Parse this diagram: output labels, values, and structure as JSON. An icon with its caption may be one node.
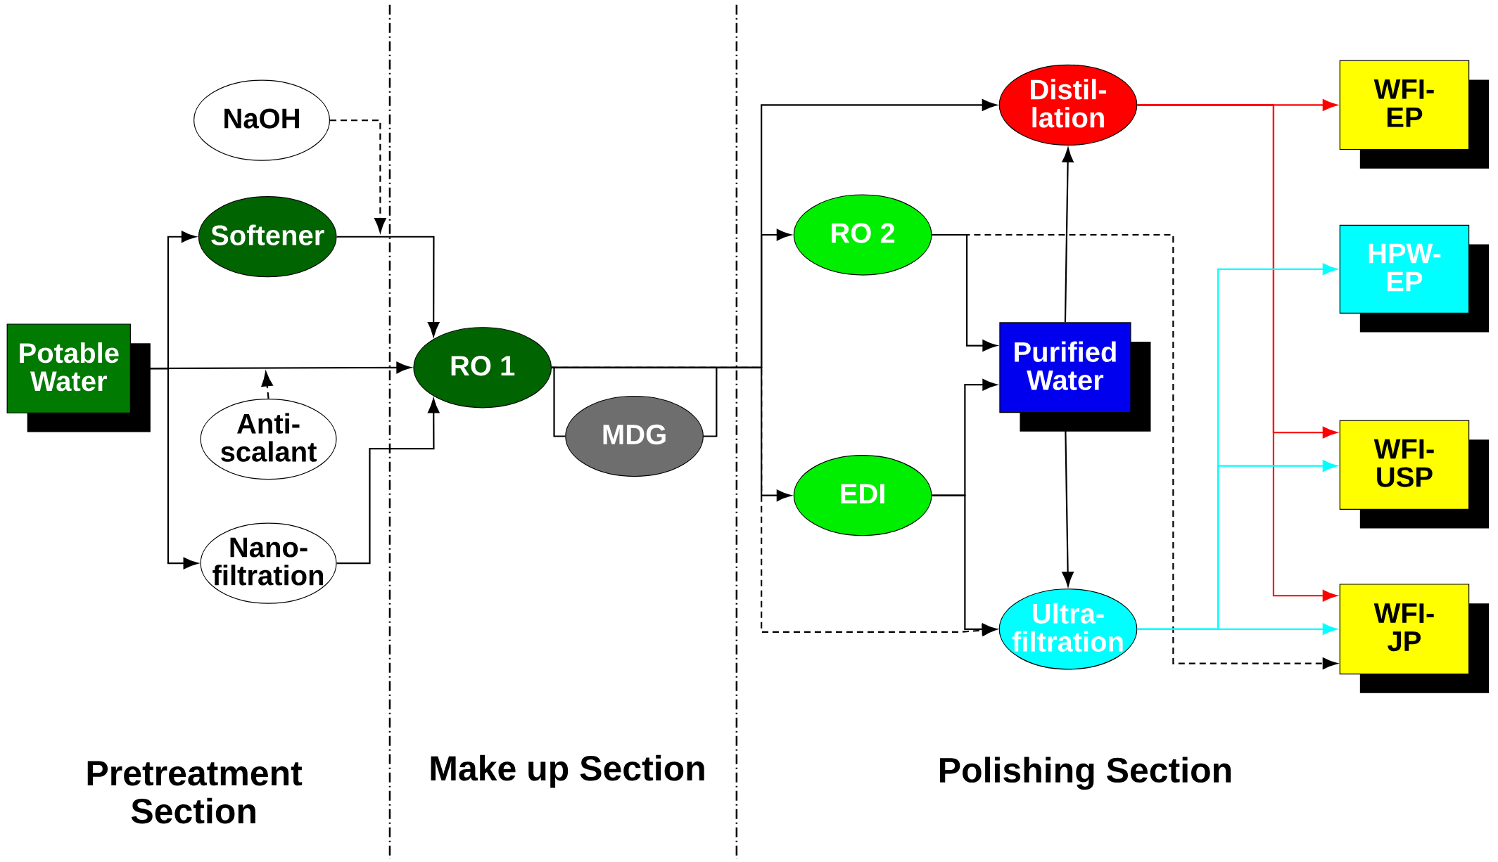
{
  "diagram": {
    "nodes": [
      {
        "text": [
          "Potable Water"
        ]
      },
      {
        "text": [
          "NaOH"
        ]
      },
      {
        "text": [
          "Softener"
        ]
      },
      {
        "text": [
          "Anti- scalant"
        ]
      },
      {
        "text": [
          "Nano- filtration"
        ]
      },
      {
        "text": [
          "RO 1"
        ]
      },
      {
        "text": [
          "MDG"
        ]
      },
      {
        "text": [
          "Distil- lation"
        ]
      },
      {
        "text": [
          "RO 2"
        ]
      },
      {
        "text": [
          "Purified Water"
        ]
      },
      {
        "text": [
          "EDI"
        ]
      },
      {
        "text": [
          "Ultra- filtration"
        ]
      },
      {
        "text": [
          "WFI- EP"
        ]
      },
      {
        "text": [
          "HPW- EP"
        ]
      },
      {
        "text": [
          "WFI- USP"
        ]
      },
      {
        "text": [
          "WFI- JP"
        ]
      }
    ],
    "edges": [
      {
        "from": 0,
        "to": 2,
        "arrow": "to"
      },
      {
        "from": 0,
        "to": 4,
        "arrow": "to"
      },
      {
        "from": 0,
        "to": 5,
        "arrow": "to"
      },
      {
        "from": 2,
        "to": 5,
        "arrow": "to"
      },
      {
        "from": 4,
        "to": 5,
        "arrow": "to"
      },
      {
        "from": 1,
        "to": null,
        "arrow": "to",
        "style": "dashed"
      },
      {
        "from": 3,
        "to": null,
        "arrow": "to",
        "style": "dashed"
      },
      {
        "from": 5,
        "to": 6,
        "arrow": "none"
      },
      {
        "from": 5,
        "to": 7,
        "arrow": "to"
      },
      {
        "from": 5,
        "to": 8,
        "arrow": "to"
      },
      {
        "from": 5,
        "to": 10,
        "arrow": "to"
      },
      {
        "from": 5,
        "to": 11,
        "arrow": "to",
        "style": "dashed"
      },
      {
        "from": 8,
        "to": 9,
        "arrow": "to"
      },
      {
        "from": 8,
        "to": 15,
        "arrow": "to",
        "style": "dashed"
      },
      {
        "from": 10,
        "to": 9,
        "arrow": "to"
      },
      {
        "from": 10,
        "to": 11,
        "arrow": "to"
      },
      {
        "from": 9,
        "to": 7,
        "arrow": "to"
      },
      {
        "from": 9,
        "to": 11,
        "arrow": "to"
      },
      {
        "from": 7,
        "to": 12,
        "arrow": "to",
        "color": "#ff0000"
      },
      {
        "from": 7,
        "to": 14,
        "arrow": "to",
        "color": "#ff0000"
      },
      {
        "from": 7,
        "to": 15,
        "arrow": "to",
        "color": "#ff0000"
      },
      {
        "from": 11,
        "to": 13,
        "arrow": "to",
        "color": "#00ffff"
      },
      {
        "from": 11,
        "to": 14,
        "arrow": "to",
        "color": "#00ffff"
      },
      {
        "from": 11,
        "to": 15,
        "arrow": "to",
        "color": "#00ffff"
      },
      {
        "from": 6,
        "to": null,
        "arrow": "none"
      }
    ],
    "labels": [
      "Pretreatment Section",
      "Make up Section",
      "Polishing Section"
    ]
  }
}
